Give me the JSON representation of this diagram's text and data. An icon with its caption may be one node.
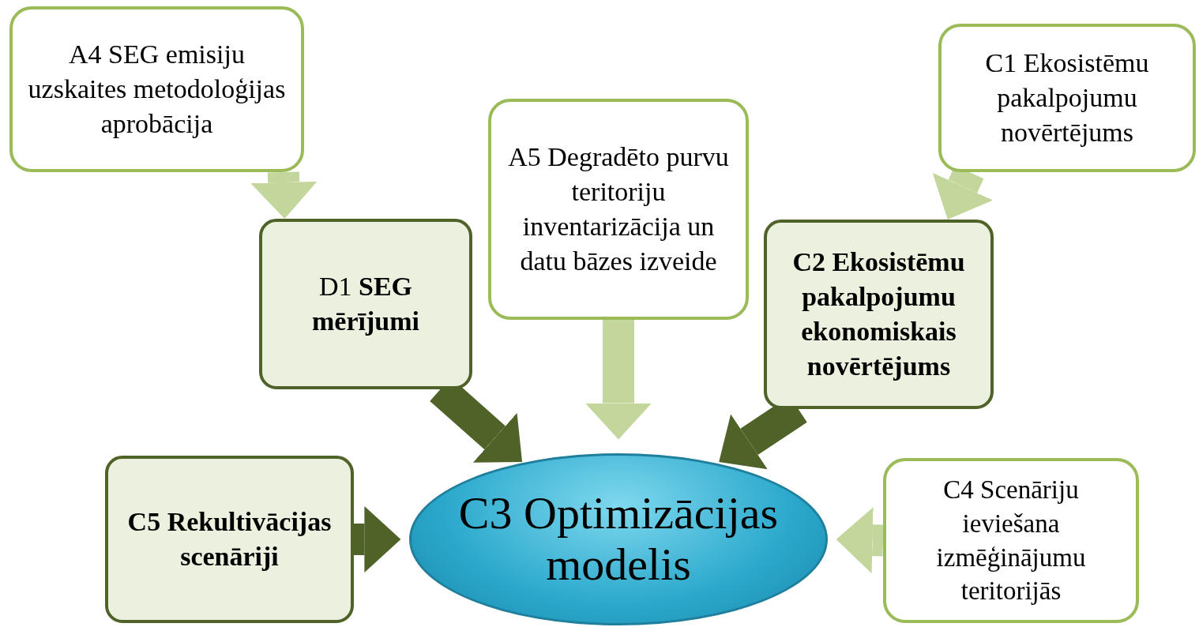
{
  "diagram": {
    "nodes": [
      {
        "text": [
          "A4 SEG emisiju uzskaites metodoloģijas aprobācija"
        ]
      },
      {
        "text": [
          "D1 **SEG mērījumi**"
        ]
      },
      {
        "text": [
          "A5 Degradēto purvu teritoriju inventarizācija un datu bāzes izveide"
        ]
      },
      {
        "text": [
          "C1 Ekosistēmu pakalpojumu novērtējums"
        ]
      },
      {
        "text": [
          "C2 Ekosistēmu pakalpojumu ekonomiskais novērtējums"
        ]
      },
      {
        "text": [
          "C5 Rekultivācijas scenāriji"
        ]
      },
      {
        "text": [
          "C3 Optimizācijas modelis"
        ]
      },
      {
        "text": [
          "C4 Scenāriju ieviešana izmēģinājumu teritorijās"
        ]
      }
    ],
    "edges": [
      {
        "from": 0,
        "to": 1,
        "arrow": "to"
      },
      {
        "from": 1,
        "to": 6,
        "arrow": "to",
        "color": "#4f6228"
      },
      {
        "from": 2,
        "to": 6,
        "arrow": "to"
      },
      {
        "from": 3,
        "to": 4,
        "arrow": "to"
      },
      {
        "from": 4,
        "to": 6,
        "arrow": "to",
        "color": "#4f6228"
      },
      {
        "from": 5,
        "to": 6,
        "arrow": "to",
        "color": "#4f6228"
      },
      {
        "from": 7,
        "to": 6,
        "arrow": "to"
      }
    ]
  }
}
